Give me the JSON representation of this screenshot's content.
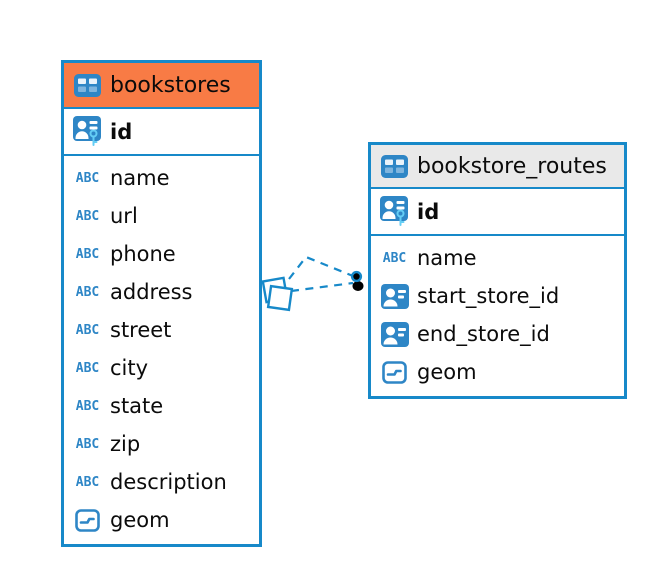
{
  "colors": {
    "accent_blue": "#1789C9",
    "icon_blue": "#2E86C6",
    "selected_header_orange": "#F87B45",
    "plain_header_gray": "#E9E9E9",
    "key_cyan": "#64CEF5",
    "text": "#0B0B0B",
    "table_icon_cell_light": "#EAF3FA",
    "table_icon_cell_mid": "#7FB5DE"
  },
  "tables": [
    {
      "name": "bookstores",
      "header_color": "#F87B45",
      "header_icon": "table-icon",
      "selected": true,
      "primary_key": {
        "label": "id",
        "icon": "primary-key-icon"
      },
      "fields": [
        {
          "label": "name",
          "icon": "text-icon"
        },
        {
          "label": "url",
          "icon": "text-icon"
        },
        {
          "label": "phone",
          "icon": "text-icon"
        },
        {
          "label": "address",
          "icon": "text-icon"
        },
        {
          "label": "street",
          "icon": "text-icon"
        },
        {
          "label": "city",
          "icon": "text-icon"
        },
        {
          "label": "state",
          "icon": "text-icon"
        },
        {
          "label": "zip",
          "icon": "text-icon"
        },
        {
          "label": "description",
          "icon": "text-icon"
        },
        {
          "label": "geom",
          "icon": "geometry-icon"
        }
      ]
    },
    {
      "name": "bookstore_routes",
      "header_color": "#E9E9E9",
      "header_icon": "table-icon",
      "selected": false,
      "primary_key": {
        "label": "id",
        "icon": "primary-key-icon"
      },
      "fields": [
        {
          "label": "name",
          "icon": "text-icon"
        },
        {
          "label": "start_store_id",
          "icon": "foreign-key-icon"
        },
        {
          "label": "end_store_id",
          "icon": "foreign-key-icon"
        },
        {
          "label": "geom",
          "icon": "geometry-icon"
        }
      ]
    }
  ],
  "icons": {
    "abc_label": "ABC"
  },
  "connector": {
    "style": "dashed",
    "color": "#1789C9",
    "line_count": 2
  }
}
